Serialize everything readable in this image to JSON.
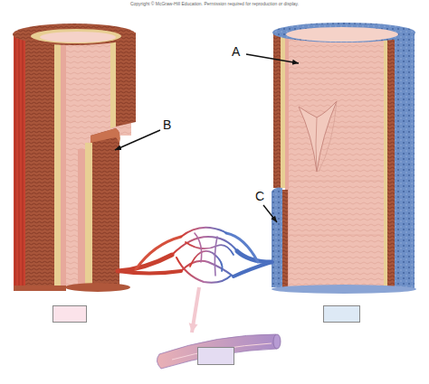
{
  "diagram": {
    "labels": [
      "Copyright © McGraw-Hill Education. Permission required for reproduction or display.",
      "A",
      "B",
      "C"
    ]
  }
}
